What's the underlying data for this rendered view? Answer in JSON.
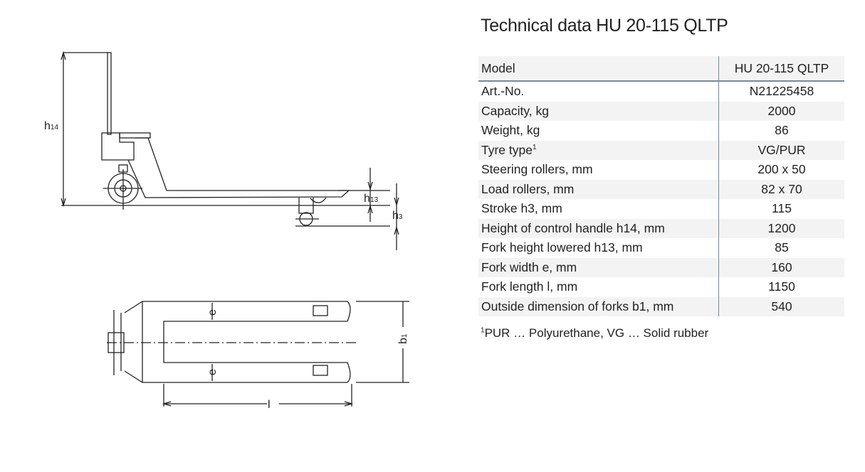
{
  "title": "Technical data HU 20-115 QLTP",
  "table": {
    "header": {
      "label": "Model",
      "value": "HU 20-115 QLTP"
    },
    "rows": [
      {
        "label": "Art.-No.",
        "value": "N21225458"
      },
      {
        "label": "Capacity, kg",
        "value": "2000"
      },
      {
        "label": "Weight, kg",
        "value": "86"
      },
      {
        "label": "Tyre type",
        "sup": "1",
        "value": "VG/PUR"
      },
      {
        "label": "Steering rollers, mm",
        "value": "200 x 50"
      },
      {
        "label": "Load rollers, mm",
        "value": "82 x 70"
      },
      {
        "label": "Stroke h3, mm",
        "value": "115"
      },
      {
        "label": "Height of control handle h14, mm",
        "value": "1200"
      },
      {
        "label": "Fork height lowered h13, mm",
        "value": "85"
      },
      {
        "label": "Fork width e, mm",
        "value": "160"
      },
      {
        "label": "Fork length l, mm",
        "value": "1150"
      },
      {
        "label": "Outside dimension of forks b1, mm",
        "value": "540"
      }
    ]
  },
  "footnote": {
    "sup": "1",
    "text": "PUR … Polyurethane, VG … Solid rubber"
  },
  "drawing": {
    "h14": "h",
    "h14_sub": "14",
    "h13": "h",
    "h13_sub": "13",
    "h3": "h",
    "h3_sub": "3",
    "e": "e",
    "b1": "b",
    "b1_sub": "1",
    "l": "l"
  }
}
